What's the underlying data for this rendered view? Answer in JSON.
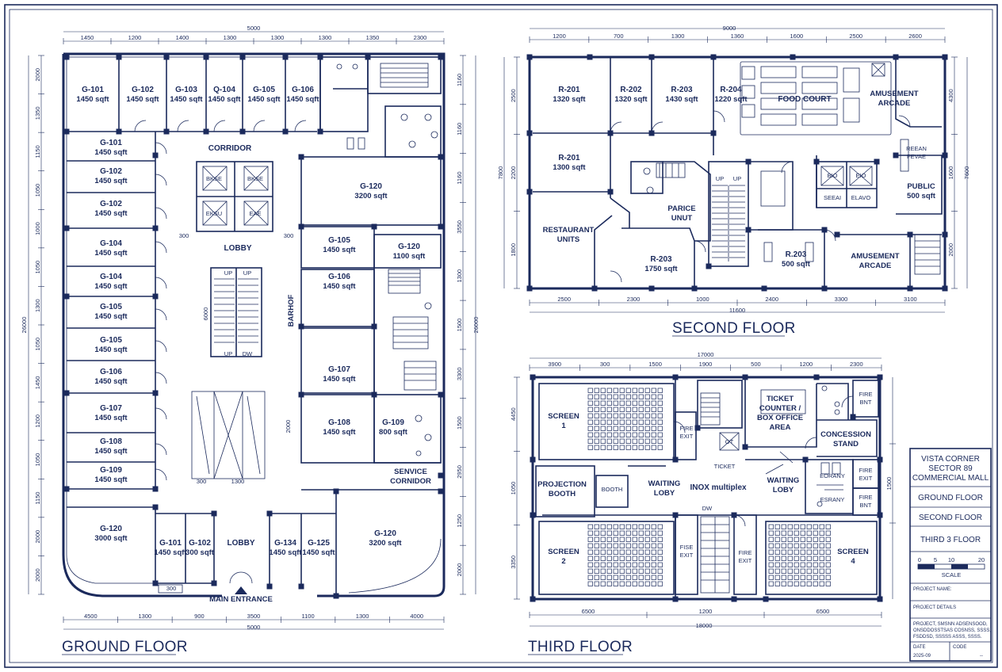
{
  "colors": {
    "ink": "#1b2a5c",
    "paper": "#ffffff"
  },
  "titles": {
    "ground": "GROUND FLOOR",
    "second": "SECOND FLOOR",
    "third": "THIRD FLOOR"
  },
  "title_block": {
    "project": [
      "VISTA CORNER",
      "SECTOR 89",
      "COMMERCIAL MALL"
    ],
    "sheets": [
      "GROUND FLOOR",
      "SECOND FLOOR",
      "THIRD 3 FLOOR"
    ],
    "scale_ticks": [
      "0",
      "5",
      "10",
      "20"
    ],
    "scale_label": "SCALE",
    "project_name": "PROJECT NAME:",
    "project_details": "PROJECT DETAILS",
    "address": [
      "PROJECT, SMSNN ADSENSOOD,",
      "ONSDDOSSTSAS COSNSS, SSSS,",
      "FSDDSD, SSSSS ASSS, SSSS."
    ],
    "date_label": "DATE",
    "date_value": "2025-09",
    "code_label": "CODE",
    "code_value": "--"
  },
  "ground": {
    "top_total": "5000",
    "top_dims": [
      "1450",
      "1200",
      "1400",
      "1300",
      "1300",
      "1300",
      "1350",
      "2300"
    ],
    "bottom_dims": [
      "4500",
      "1300",
      "900",
      "3500",
      "1100",
      "1300",
      "4000"
    ],
    "bottom_total": "5000",
    "left_total": "26000",
    "right_total": "26000",
    "left_dims": [
      "2000",
      "1350",
      "1150",
      "1050",
      "1000",
      "1050",
      "1300",
      "1050",
      "1450",
      "1200",
      "1050",
      "1150",
      "2000",
      "2000"
    ],
    "right_dims": [
      "1160",
      "1160",
      "1160",
      "3550",
      "1300",
      "1500",
      "3300",
      "1500",
      "2950",
      "1250",
      "2000"
    ],
    "shops_top": [
      {
        "id": "G-101",
        "area": "1450 sqft"
      },
      {
        "id": "G-102",
        "area": "1450 sqft"
      },
      {
        "id": "G-103",
        "area": "1450 sqft"
      },
      {
        "id": "Q-104",
        "area": "1450 sqft"
      },
      {
        "id": "G-105",
        "area": "1450 sqft"
      },
      {
        "id": "G-106",
        "area": "1450 sqft"
      }
    ],
    "shops_left": [
      {
        "id": "G-101",
        "area": "1450 sqft"
      },
      {
        "id": "G-102",
        "area": "1450 sqft"
      },
      {
        "id": "G-102",
        "area": "1450 sqft"
      },
      {
        "id": "G-104",
        "area": "1450 sqft"
      },
      {
        "id": "G-104",
        "area": "1450 sqft"
      },
      {
        "id": "G-105",
        "area": "1450 sqft"
      },
      {
        "id": "G-105",
        "area": "1450 sqft"
      },
      {
        "id": "G-106",
        "area": "1450 sqft"
      },
      {
        "id": "G-107",
        "area": "1450 sqft"
      },
      {
        "id": "G-108",
        "area": "1450 sqft"
      },
      {
        "id": "G-109",
        "area": "1450 sqft"
      }
    ],
    "shops_right": [
      {
        "id": "G-120",
        "area": "3200 sqft"
      },
      {
        "id": "G-105",
        "area": "1450 sqft"
      },
      {
        "id": "G-120",
        "area": "1100 sqft"
      },
      {
        "id": "G-106",
        "area": "1450 sqft"
      },
      {
        "id": "G-107",
        "area": "1450 sqft"
      },
      {
        "id": "G-108",
        "area": "1450 sqft"
      },
      {
        "id": "G-109",
        "area": "800 sqft"
      }
    ],
    "shops_bottom": [
      {
        "id": "G-120",
        "area": "3000 sqft"
      },
      {
        "id": "G-101",
        "area": "1450 sqft"
      },
      {
        "id": "G-102",
        "area": "300 sqft"
      },
      {
        "id": "G-134",
        "area": "1450 sqft"
      },
      {
        "id": "G-125",
        "area": "1450 sqft"
      },
      {
        "id": "G-120",
        "area": "3200 sqft"
      }
    ],
    "labels": {
      "corridor": "CORRIDOR",
      "lobby": "LOBBY",
      "lobby2": "LOBBY",
      "barhof": "BARHOF",
      "service": [
        "SENVICE",
        "CORNIDOR"
      ],
      "entrance": "MAIN ENTRANCE",
      "up1": "UP",
      "up2": "UP",
      "up3": "UP",
      "dw": "DW",
      "lift1": "BKSE",
      "lift2": "BKSE",
      "lift3": "EKSU",
      "lift4": "EAE",
      "n300a": "300",
      "n300b": "300",
      "n6000": "6000",
      "n300c": "300",
      "n1300": "1300",
      "n300d": "300",
      "n2000": "2000"
    }
  },
  "second": {
    "top_total": "9000",
    "top_dims": [
      "1200",
      "700",
      "1300",
      "1360",
      "1600",
      "2500",
      "2600"
    ],
    "bottom_dims": [
      "2500",
      "2300",
      "1000",
      "2400",
      "3300",
      "3100"
    ],
    "bottom_total": "11600",
    "left_dims": [
      "2500",
      "2200",
      "1800"
    ],
    "left_total": "7800",
    "right_dims": [
      "4300",
      "1600",
      "2000"
    ],
    "right_total": "7600",
    "rooms": [
      {
        "id": "R-201",
        "area": "1320 sqft"
      },
      {
        "id": "R-202",
        "area": "1320 sqft"
      },
      {
        "id": "R-203",
        "area": "1430 sqft"
      },
      {
        "id": "R-204",
        "area": "1220 sqft"
      },
      {
        "id": "R-201",
        "area": "1300 sqft"
      },
      {
        "id": "R-203",
        "area": "1750 sqft"
      },
      {
        "id": "R.203",
        "area": "500 sqft"
      }
    ],
    "labels": {
      "food": "FOOD COURT",
      "arcade1": [
        "AMUSEMENT",
        "ARCADE"
      ],
      "arcade2": [
        "AMUSEMENT",
        "ARCADE"
      ],
      "restaurant": [
        "RESTAURANT",
        "UNITS"
      ],
      "parice": [
        "PARICE",
        "UNUT"
      ],
      "public": [
        "PUBLIC",
        "500 sqft"
      ],
      "vert": [
        "REEAN",
        "FEVAE"
      ],
      "up1": "UP",
      "up2": "UP",
      "lift1": "BIO",
      "lift2": "EIO",
      "lift3": "SEEAI",
      "lift4": "ELAVO"
    }
  },
  "third": {
    "top_total": "17000",
    "top_dims": [
      "3900",
      "300",
      "1500",
      "1900",
      "500",
      "1200",
      "2300"
    ],
    "bottom_dims": [
      "6500",
      "1200",
      "6500"
    ],
    "bottom_total": "18000",
    "left_dims": [
      "4450",
      "1050",
      "3350"
    ],
    "right_dims": [
      "1500"
    ],
    "labels": {
      "screen1": [
        "SCREEN",
        "1"
      ],
      "screen2": [
        "SCREEN",
        "2"
      ],
      "screen4": [
        "SCREEN",
        "4"
      ],
      "projection": [
        "PROJECTION",
        "BOOTH"
      ],
      "booth": "BOOTH",
      "waiting1": [
        "WAITING",
        "LOBY"
      ],
      "waiting2": [
        "WAITING",
        "LOBY"
      ],
      "inox": "INOX multiplex",
      "ticket_counter": [
        "TICKET",
        "COUNTER /",
        "BOX OFFICE",
        "AREA"
      ],
      "ticket": "TICKET",
      "concession": [
        "CONCESSION",
        "STAND"
      ],
      "fire1": [
        "FIRE",
        "EXIT"
      ],
      "fire2": [
        "FIRE",
        "BNT"
      ],
      "fire3": [
        "FIRE",
        "EXIT"
      ],
      "fire4": [
        "FIRE",
        "BNT"
      ],
      "fise": [
        "FISE",
        "EXIT"
      ],
      "fire5": [
        "FIRE",
        "EXIT"
      ],
      "esrany1": "EORANY",
      "esrany2": "ESRANY",
      "dw": "DW",
      "lift": "OT"
    }
  }
}
